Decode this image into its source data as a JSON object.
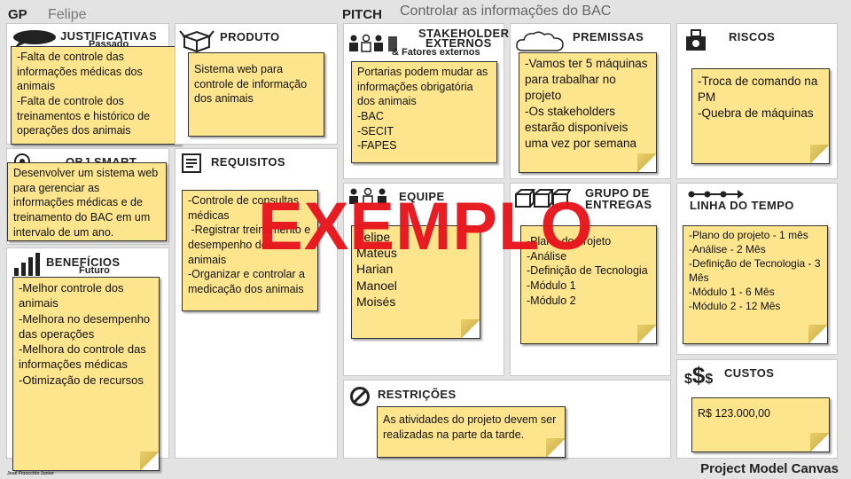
{
  "header": {
    "gp_label": "GP",
    "gp_value": "Felipe",
    "pitch_label": "PITCH",
    "pitch_value": "Controlar as informações do BAC"
  },
  "justificativas": {
    "title": "JUSTIFICATIVAS",
    "subtitle": "Passado",
    "icon": "speech-bubble-icon",
    "lines": [
      "-Falta de controle das informações médicas dos animais",
      "-Falta de controle dos treinamentos e histórico de operações dos animais"
    ]
  },
  "obj_smart": {
    "title": "OBJ SMART",
    "icon": "target-icon",
    "lines": [
      "Desenvolver um sistema web para gerenciar as informações médicas e de treinamento do BAC em um intervalo de um ano."
    ]
  },
  "beneficios": {
    "title": "BENEFÍCIOS",
    "subtitle": "Futuro",
    "icon": "bar-chart-icon",
    "lines": [
      "-Melhor controle dos animais",
      "-Melhora no desempenho das operações",
      "-Melhora do controle das informações médicas",
      "-Otimização de recursos"
    ]
  },
  "produto": {
    "title": "PRODUTO",
    "icon": "box-icon",
    "lines": [
      "Sistema web para controle de informação dos animais"
    ]
  },
  "requisitos": {
    "title": "REQUISITOS",
    "icon": "checklist-icon",
    "lines": [
      "-Controle de consultas médicas",
      " -Registrar treinamento e desempenho dos animais",
      "-Organizar e controlar a medicação dos animais"
    ]
  },
  "stakeholders": {
    "title": "STAKEHOLDERS",
    "title2": "EXTERNOS",
    "subtitle": "& Fatores externos",
    "icon": "people-building-icon",
    "lines": [
      "Portarias podem mudar as informações obrigatória dos animais",
      "-BAC",
      "-SECIT",
      "-FAPES"
    ]
  },
  "equipe": {
    "title": "EQUIPE",
    "icon": "team-icon",
    "members": [
      "Felipe",
      "Mateus",
      "Harian",
      "Manoel",
      "Moisés"
    ]
  },
  "premissas": {
    "title": "PREMISSAS",
    "icon": "cloud-icon",
    "lines": [
      "-Vamos ter 5 máquinas para trabalhar no projeto",
      "-Os stakeholders estarão disponíveis uma vez por semana"
    ]
  },
  "entregas": {
    "title": "GRUPO DE",
    "title2": "ENTREGAS",
    "icon": "packages-icon",
    "lines": [
      "-Plano do projeto",
      "-Análise",
      "-Definição de Tecnologia",
      "-Módulo 1",
      "-Módulo 2"
    ]
  },
  "riscos": {
    "title": "RISCOS",
    "icon": "bomb-icon",
    "lines": [
      "-Troca de comando na PM",
      "-Quebra de máquinas"
    ]
  },
  "linha_tempo": {
    "title": "LINHA DO TEMPO",
    "icon": "timeline-icon",
    "lines": [
      "-Plano do projeto - 1 mês",
      "-Análise - 2 Mês",
      "-Definição de Tecnologia - 3 Mês",
      "-Módulo 1 - 6 Mês",
      "-Módulo 2 - 12 Mês"
    ]
  },
  "custos": {
    "title": "CUSTOS",
    "icon": "dollar-icon",
    "lines": [
      "R$ 123.000,00"
    ]
  },
  "restricoes": {
    "title": "RESTRIÇÕES",
    "icon": "prohibited-icon",
    "lines": [
      "As atividades do projeto devem ser realizadas na parte da tarde."
    ]
  },
  "watermark": "EXEMPLO",
  "footer": {
    "title": "Project Model Canvas",
    "author": "José Finocchio Junior"
  }
}
